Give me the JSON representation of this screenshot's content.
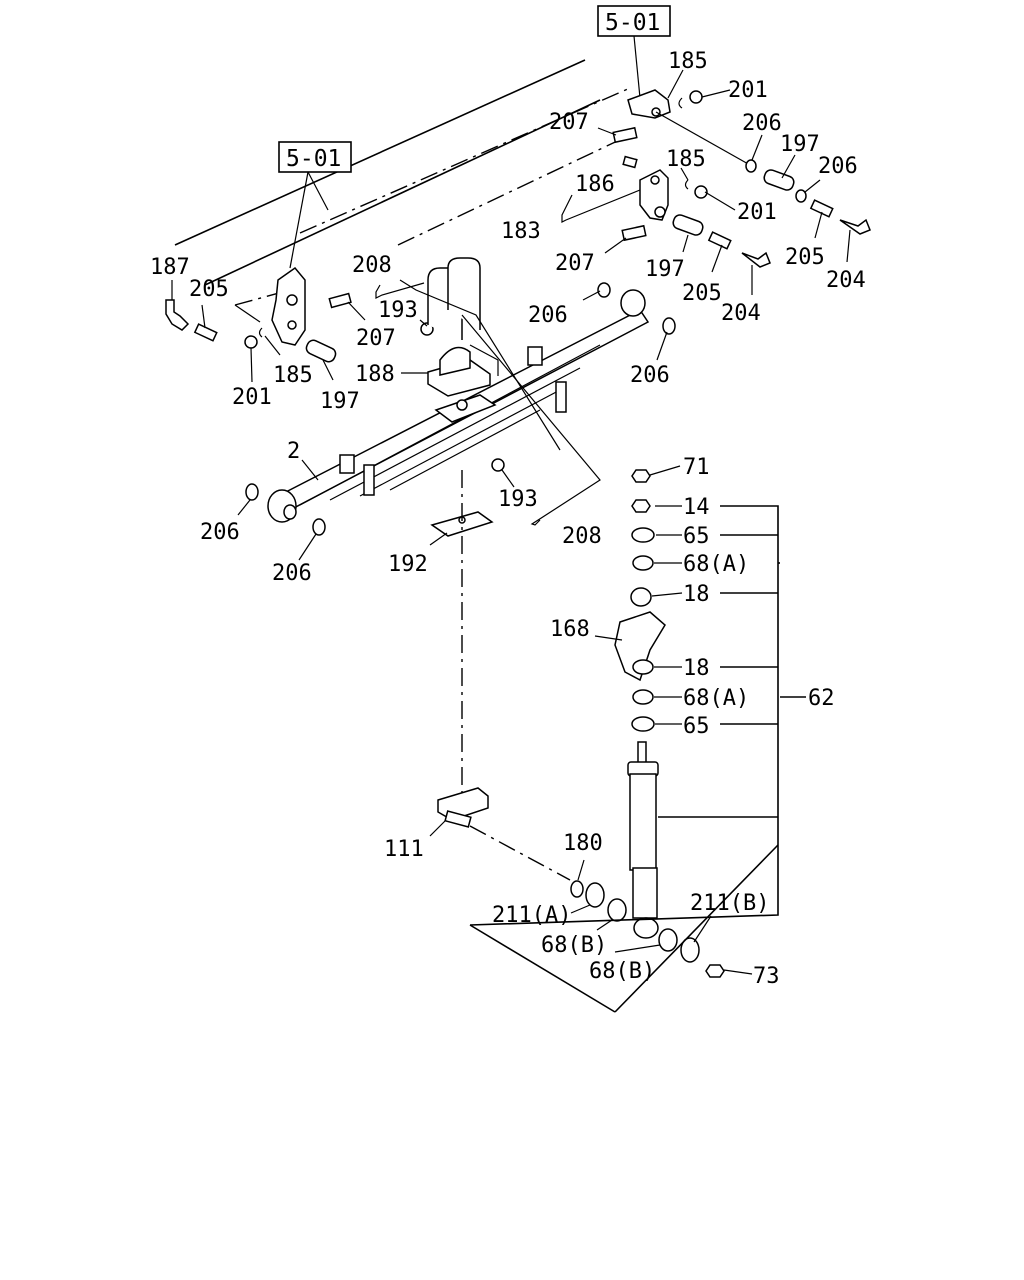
{
  "references": {
    "top": "5-01",
    "left": "5-01"
  },
  "labels": {
    "l185a": "185",
    "l201a": "201",
    "l207a": "207",
    "l206a": "206",
    "l197a": "197",
    "l206b": "206",
    "l185b": "185",
    "l186": "186",
    "l183": "183",
    "l201b": "201",
    "l207b": "207",
    "l197b": "197",
    "l205a": "205",
    "l205b": "205",
    "l204a": "204",
    "l204b": "204",
    "l187": "187",
    "l205c": "205",
    "l201c": "201",
    "l185c": "185",
    "l197c": "197",
    "l208a": "208",
    "l193a": "193",
    "l207c": "207",
    "l188": "188",
    "l206c": "206",
    "l206d": "206",
    "l2": "2",
    "l206e": "206",
    "l206f": "206",
    "l193b": "193",
    "l208b": "208",
    "l192": "192",
    "l71": "71",
    "l14": "14",
    "l65a": "65",
    "l68a": "68(A)",
    "l18a": "18",
    "l168": "168",
    "l18b": "18",
    "l68b": "68(A)",
    "l62": "62",
    "l65b": "65",
    "l111": "111",
    "l180": "180",
    "l211a": "211(A)",
    "l211b": "211(B)",
    "l68c": "68(B)",
    "l68d": "68(B)",
    "l73": "73"
  }
}
